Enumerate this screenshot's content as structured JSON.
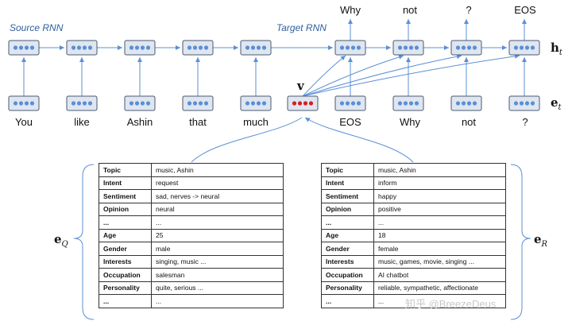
{
  "labels": {
    "source_rnn": "Source RNN",
    "target_rnn": "Target RNN",
    "h_t_main": "h",
    "h_t_sub": "t",
    "e_t_main": "e",
    "e_t_sub": "t",
    "v": "v",
    "e_Q_main": "e",
    "e_Q_sub": "Q",
    "e_R_main": "e",
    "e_R_sub": "R"
  },
  "source_words": [
    "You",
    "like",
    "Ashin",
    "that",
    "much"
  ],
  "target_inputs": [
    "EOS",
    "Why",
    "not",
    "?"
  ],
  "target_outputs": [
    "Why",
    "not",
    "?",
    "EOS"
  ],
  "colors": {
    "cell_dot": "#5b8fd6",
    "v_dot": "#d42020",
    "arrow": "#5b8fd6",
    "rnn_label": "#2f5f9e"
  },
  "table_q": [
    [
      "Topic",
      "music, Ashin"
    ],
    [
      "Intent",
      "request"
    ],
    [
      "Sentiment",
      "sad, nerves -> neural"
    ],
    [
      "Opinion",
      "neural"
    ],
    [
      "...",
      "..."
    ],
    [
      "Age",
      "25"
    ],
    [
      "Gender",
      "male"
    ],
    [
      "Interests",
      "singing, music ..."
    ],
    [
      "Occupation",
      "salesman"
    ],
    [
      "Personality",
      "quite, serious ..."
    ],
    [
      "...",
      "..."
    ]
  ],
  "table_r": [
    [
      "Topic",
      "music, Ashin"
    ],
    [
      "Intent",
      "inform"
    ],
    [
      "Sentiment",
      "happy"
    ],
    [
      "Opinion",
      "positive"
    ],
    [
      "...",
      "..."
    ],
    [
      "Age",
      "18"
    ],
    [
      "Gender",
      "female"
    ],
    [
      "Interests",
      "music, games, movie, singing ..."
    ],
    [
      "Occupation",
      "AI chatbot"
    ],
    [
      "Personality",
      "reliable, sympathetic, affectionate"
    ],
    [
      "...",
      "..."
    ]
  ],
  "watermark": "知乎 @BreezeDeus"
}
